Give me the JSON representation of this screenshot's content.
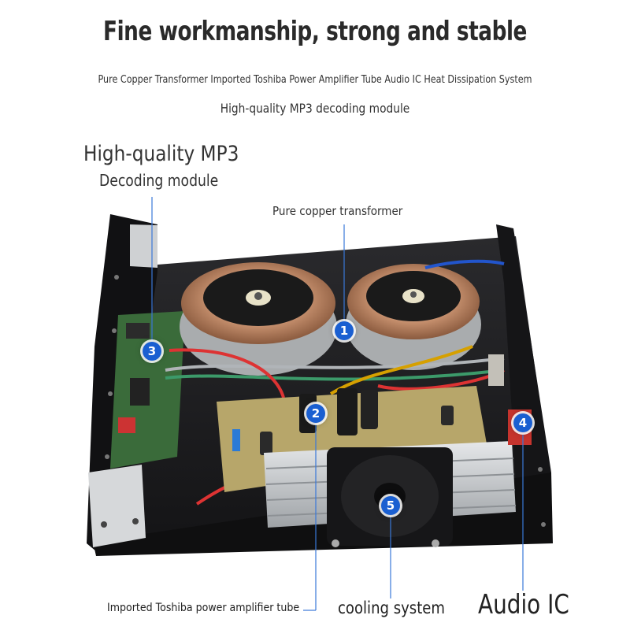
{
  "header": {
    "title": "Fine workmanship, strong and stable",
    "subtitle": "Pure Copper Transformer Imported Toshiba Power Amplifier Tube Audio IC Heat Dissipation System",
    "subtitle2": "High-quality MP3 decoding module"
  },
  "labels": {
    "mp3_line1": "High-quality MP3",
    "mp3_line2": "Decoding module",
    "transformer": "Pure copper transformer",
    "toshiba": "Imported Toshiba power amplifier tube",
    "cooling": "cooling system",
    "audio_ic": "Audio IC"
  },
  "badges": [
    "1",
    "2",
    "3",
    "4",
    "5"
  ],
  "colors": {
    "badge": "#1a5fd1",
    "chassis": "#1c1c1e",
    "transformer_copper": "#b8744e",
    "heatsink": "#c9cbcd"
  }
}
